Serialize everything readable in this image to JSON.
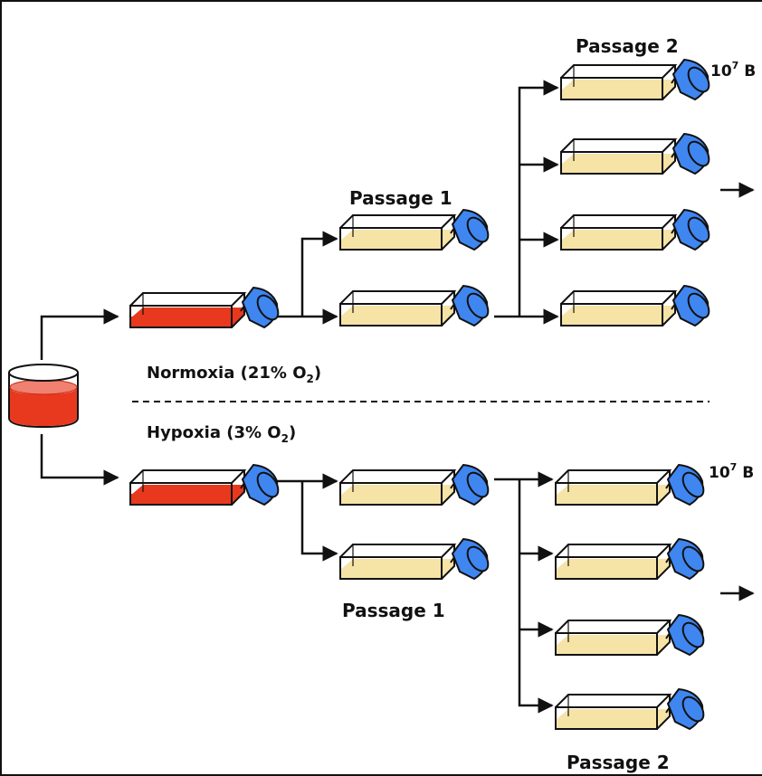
{
  "colors": {
    "line": "#111111",
    "media_red": "#e8391f",
    "media_pale": "#f6e3a6",
    "cap_blue": "#3f86f0",
    "cap_stroke": "#111111"
  },
  "labels": {
    "passage_1_top": "Passage 1",
    "passage_2_top": "Passage 2",
    "passage_1_bottom": "Passage 1",
    "passage_2_bottom": "Passage 2",
    "normoxia": "Normoxia (21% O",
    "normoxia_sub": "2",
    "normoxia_close": ")",
    "hypoxia": "Hypoxia (3% O",
    "hypoxia_sub": "2",
    "hypoxia_close": ")",
    "cells_top": "10",
    "cells_top_sup": "7",
    "cells_top_suffix": " B",
    "cells_bottom": "10",
    "cells_bottom_sup": "7",
    "cells_bottom_suffix": " B"
  },
  "icons": {
    "source": "beaker-red-medium-icon",
    "flask": "culture-flask-icon"
  }
}
